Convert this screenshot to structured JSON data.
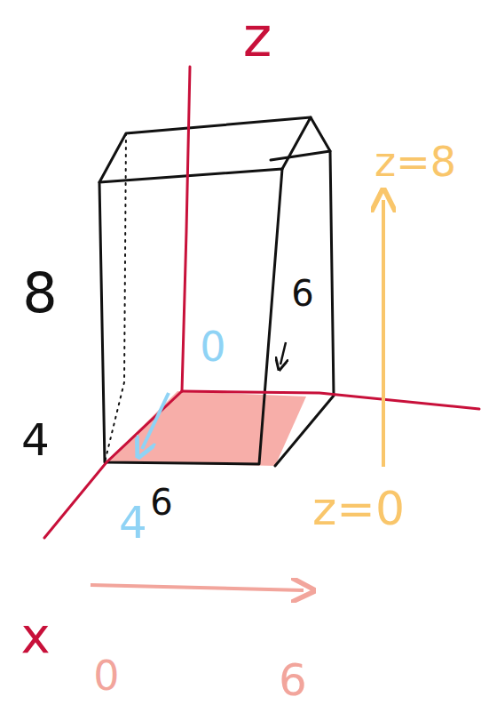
{
  "diagram": {
    "labels": [
      "z",
      "8",
      "6",
      "0",
      "4",
      "6",
      "4",
      "x",
      "0",
      "6",
      "z=8",
      "z=0"
    ]
  }
}
